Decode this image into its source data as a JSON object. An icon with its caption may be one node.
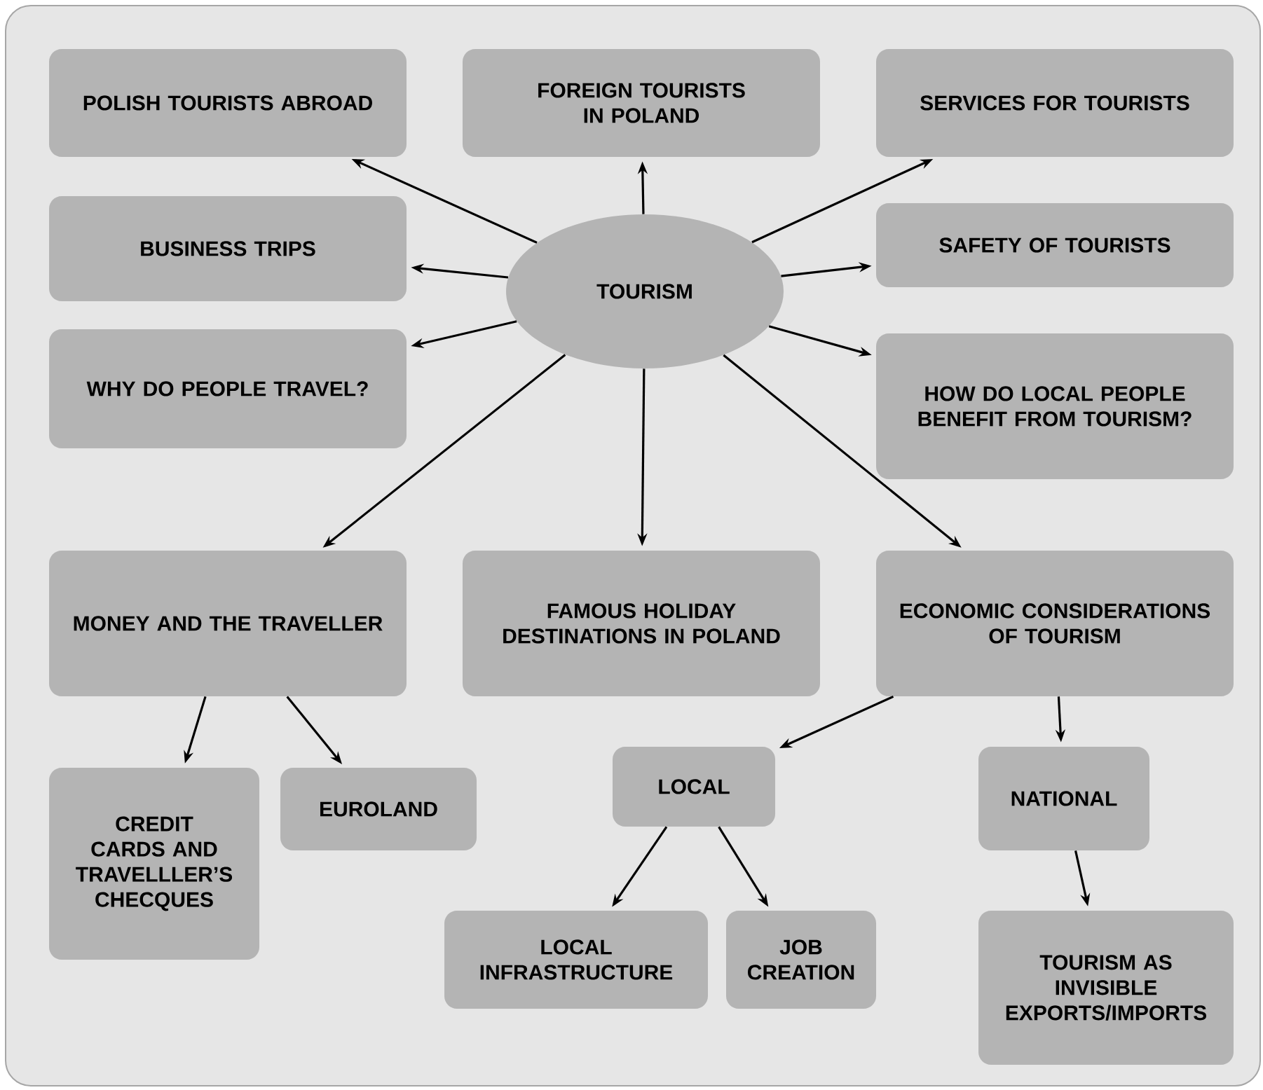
{
  "diagram": {
    "nodes": [
      {
        "text": [
          "TOURISM"
        ]
      },
      {
        "text": [
          "POLISH TOURISTS ABROAD"
        ]
      },
      {
        "text": [
          "FOREIGN TOURISTS IN POLAND"
        ]
      },
      {
        "text": [
          "SERVICES FOR TOURISTS"
        ]
      },
      {
        "text": [
          "BUSINESS TRIPS"
        ]
      },
      {
        "text": [
          "SAFETY OF TOURISTS"
        ]
      },
      {
        "text": [
          "WHY DO PEOPLE TRAVEL?"
        ]
      },
      {
        "text": [
          "HOW DO LOCAL PEOPLE BENEFIT FROM TOURISM?"
        ]
      },
      {
        "text": [
          "MONEY AND THE TRAVELLER"
        ]
      },
      {
        "text": [
          "FAMOUS HOLIDAY DESTINATIONS IN POLAND"
        ]
      },
      {
        "text": [
          "ECONOMIC CONSIDERATIONS OF TOURISM"
        ]
      },
      {
        "text": [
          "CREDIT CARDS AND TRAVELLLER’S CHECQUES"
        ]
      },
      {
        "text": [
          "EUROLAND"
        ]
      },
      {
        "text": [
          "LOCAL"
        ]
      },
      {
        "text": [
          "NATIONAL"
        ]
      },
      {
        "text": [
          "LOCAL INFRASTRUCTURE"
        ]
      },
      {
        "text": [
          "JOB CREATION"
        ]
      },
      {
        "text": [
          "TOURISM AS INVISIBLE EXPORTS/IMPORTS"
        ]
      }
    ],
    "edges": [
      {
        "from": 0,
        "to": 1,
        "arrow": "to"
      },
      {
        "from": 0,
        "to": 2,
        "arrow": "to"
      },
      {
        "from": 0,
        "to": 3,
        "arrow": "to"
      },
      {
        "from": 0,
        "to": 4,
        "arrow": "to"
      },
      {
        "from": 0,
        "to": 5,
        "arrow": "to"
      },
      {
        "from": 0,
        "to": 6,
        "arrow": "to"
      },
      {
        "from": 0,
        "to": 7,
        "arrow": "to"
      },
      {
        "from": 0,
        "to": 8,
        "arrow": "to"
      },
      {
        "from": 0,
        "to": 9,
        "arrow": "to"
      },
      {
        "from": 0,
        "to": 10,
        "arrow": "to"
      },
      {
        "from": 8,
        "to": 11,
        "arrow": "to"
      },
      {
        "from": 8,
        "to": 12,
        "arrow": "to"
      },
      {
        "from": 10,
        "to": 13,
        "arrow": "to"
      },
      {
        "from": 10,
        "to": 14,
        "arrow": "to"
      },
      {
        "from": 13,
        "to": 15,
        "arrow": "to"
      },
      {
        "from": 13,
        "to": 16,
        "arrow": "to"
      },
      {
        "from": 14,
        "to": 17,
        "arrow": "to"
      }
    ]
  }
}
